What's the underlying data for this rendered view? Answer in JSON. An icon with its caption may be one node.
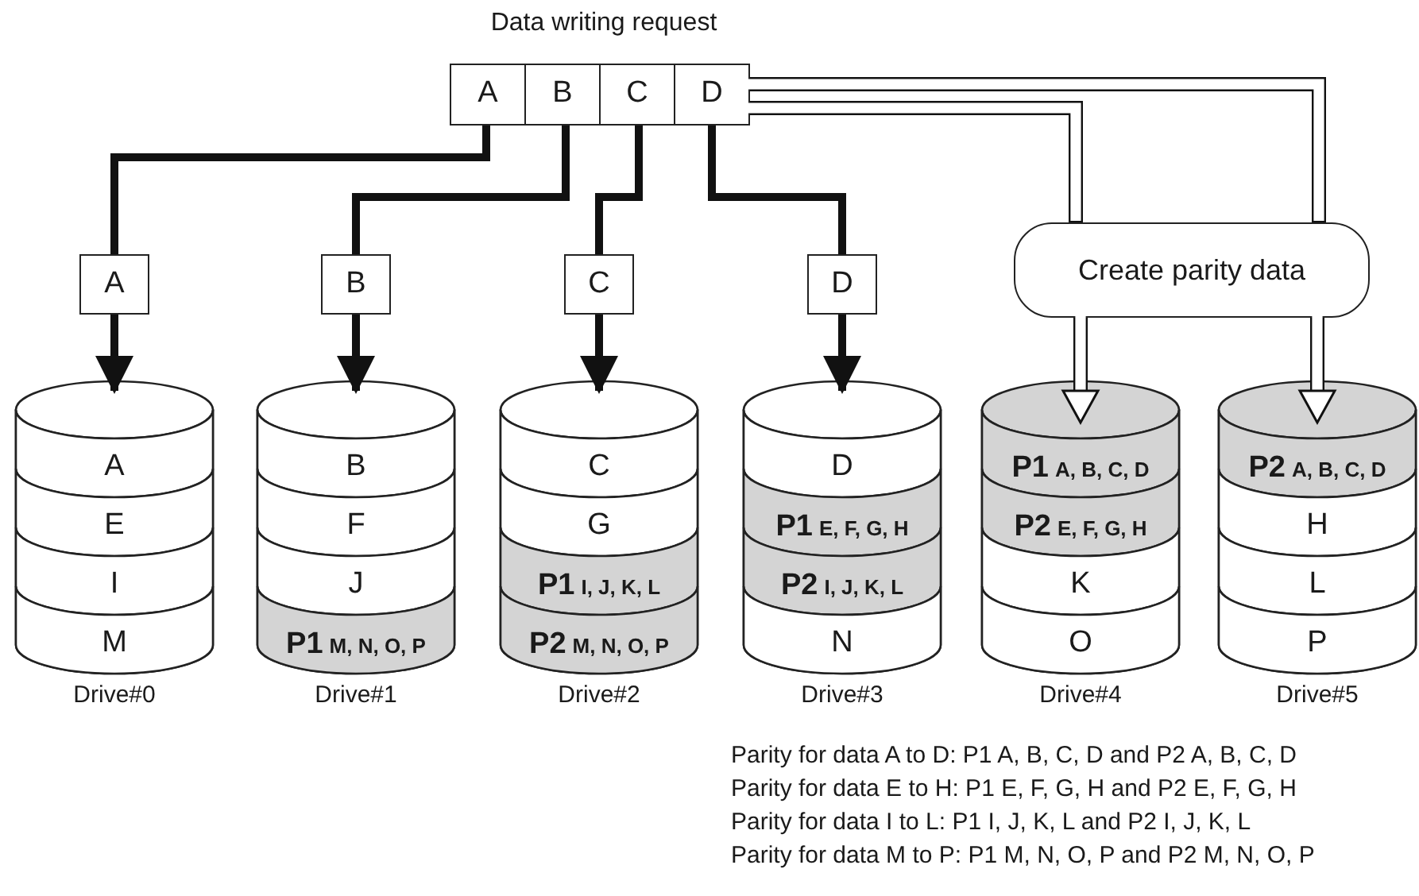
{
  "diagram": {
    "nodes": [
      {
        "text": [
          "A"
        ]
      },
      {
        "text": [
          "B"
        ]
      },
      {
        "text": [
          "C"
        ]
      },
      {
        "text": [
          "D"
        ]
      },
      {
        "text": [
          "A"
        ]
      },
      {
        "text": [
          "B"
        ]
      },
      {
        "text": [
          "C"
        ]
      },
      {
        "text": [
          "D"
        ]
      },
      {
        "text": [
          "Create parity data"
        ]
      },
      {
        "text": [],
        "shape": "cylinder",
        "beside": [
          "Drive#0"
        ]
      },
      {
        "text": [
          "A"
        ],
        "in": 9
      },
      {
        "text": [
          "E"
        ],
        "in": 9
      },
      {
        "text": [
          "I"
        ],
        "in": 9
      },
      {
        "text": [
          "M"
        ],
        "in": 9
      },
      {
        "text": [],
        "shape": "cylinder",
        "beside": [
          "Drive#1"
        ]
      },
      {
        "text": [
          "B"
        ],
        "in": 14
      },
      {
        "text": [
          "F"
        ],
        "in": 14
      },
      {
        "text": [
          "J"
        ],
        "in": 14
      },
      {
        "text": [
          "P1",
          "M, N, O, P"
        ],
        "in": 14
      },
      {
        "text": [],
        "shape": "cylinder",
        "beside": [
          "Drive#2"
        ]
      },
      {
        "text": [
          "C"
        ],
        "in": 19
      },
      {
        "text": [
          "G"
        ],
        "in": 19
      },
      {
        "text": [
          "P1",
          "I, J, K, L"
        ],
        "in": 19
      },
      {
        "text": [
          "P2",
          "M, N, O, P"
        ],
        "in": 19
      },
      {
        "text": [],
        "shape": "cylinder",
        "beside": [
          "Drive#3"
        ]
      },
      {
        "text": [
          "D"
        ],
        "in": 24
      },
      {
        "text": [
          "P1",
          "E, F, G, H"
        ],
        "in": 24
      },
      {
        "text": [
          "P2",
          "I, J, K, L"
        ],
        "in": 24
      },
      {
        "text": [
          "N"
        ],
        "in": 24
      },
      {
        "text": [],
        "shape": "cylinder",
        "beside": [
          "Drive#4"
        ]
      },
      {
        "text": [
          "P1",
          "A, B, C, D"
        ],
        "in": 29
      },
      {
        "text": [
          "P2",
          "E, F, G, H"
        ],
        "in": 29
      },
      {
        "text": [
          "K"
        ],
        "in": 29
      },
      {
        "text": [
          "O"
        ],
        "in": 29
      },
      {
        "text": [],
        "shape": "cylinder",
        "beside": [
          "Drive#5"
        ]
      },
      {
        "text": [
          "P2",
          "A, B, C, D"
        ],
        "in": 34
      },
      {
        "text": [
          "H"
        ],
        "in": 34
      },
      {
        "text": [
          "L"
        ],
        "in": 34
      },
      {
        "text": [
          "P"
        ],
        "in": 34
      }
    ],
    "edges": [
      {
        "from": 0,
        "to": 4,
        "arrow": "none"
      },
      {
        "from": 1,
        "to": 5,
        "arrow": "none"
      },
      {
        "from": 2,
        "to": 6,
        "arrow": "none"
      },
      {
        "from": 3,
        "to": 7,
        "arrow": "none"
      },
      {
        "from": 4,
        "to": 9,
        "arrow": "to"
      },
      {
        "from": 5,
        "to": 14,
        "arrow": "to"
      },
      {
        "from": 6,
        "to": 19,
        "arrow": "to"
      },
      {
        "from": 7,
        "to": 24,
        "arrow": "to"
      },
      {
        "from": 3,
        "to": 8,
        "arrow": "none",
        "style": "thick"
      },
      {
        "from": 3,
        "to": 8,
        "arrow": "none",
        "style": "thick"
      },
      {
        "from": 8,
        "to": 29,
        "arrow": "to",
        "color": "#ffffff"
      },
      {
        "from": 8,
        "to": 34,
        "arrow": "to",
        "color": "#ffffff"
      }
    ],
    "labels": [
      "Data writing request",
      "Parity for data A to D: P1 A, B, C, D and P2 A, B, C, D",
      "Parity for data E to H: P1 E, F, G, H and P2 E, F, G, H",
      "Parity for data I to L: P1 I, J, K, L and P2 I, J, K, L",
      "Parity for data M to P: P1 M, N, O, P and P2 M, N, O, P"
    ]
  }
}
